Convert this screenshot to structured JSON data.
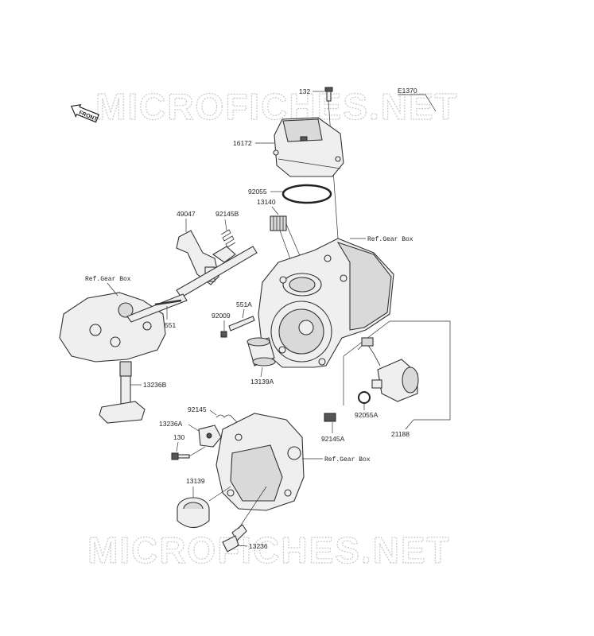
{
  "watermark": {
    "top": "MICROFICHES.NET",
    "bottom": "MICROFICHES.NET"
  },
  "front_badge": "FRONT",
  "header_code": "E1370",
  "parts": {
    "p132": "132",
    "p16172": "16172",
    "p92055": "92055",
    "p13140": "13140",
    "p49047": "49047",
    "p92145b": "92145B",
    "p551a": "551A",
    "p92009": "92009",
    "p551": "551",
    "p13236b": "13236B",
    "p13139a": "13139A",
    "p92055a": "92055A",
    "p21188": "21188",
    "p92145": "92145",
    "p13236a": "13236A",
    "p130": "130",
    "p92145a": "92145A",
    "p13139": "13139",
    "p13236": "13236"
  },
  "refs": {
    "gearbox_right_top": "Ref.Gear Box",
    "gearbox_left": "Ref.Gear Box",
    "gearbox_right_bottom": "Ref.Gear Box"
  },
  "colors": {
    "line": "#333333",
    "watermark": "#c9c9c9",
    "part_fill": "#efefef"
  }
}
